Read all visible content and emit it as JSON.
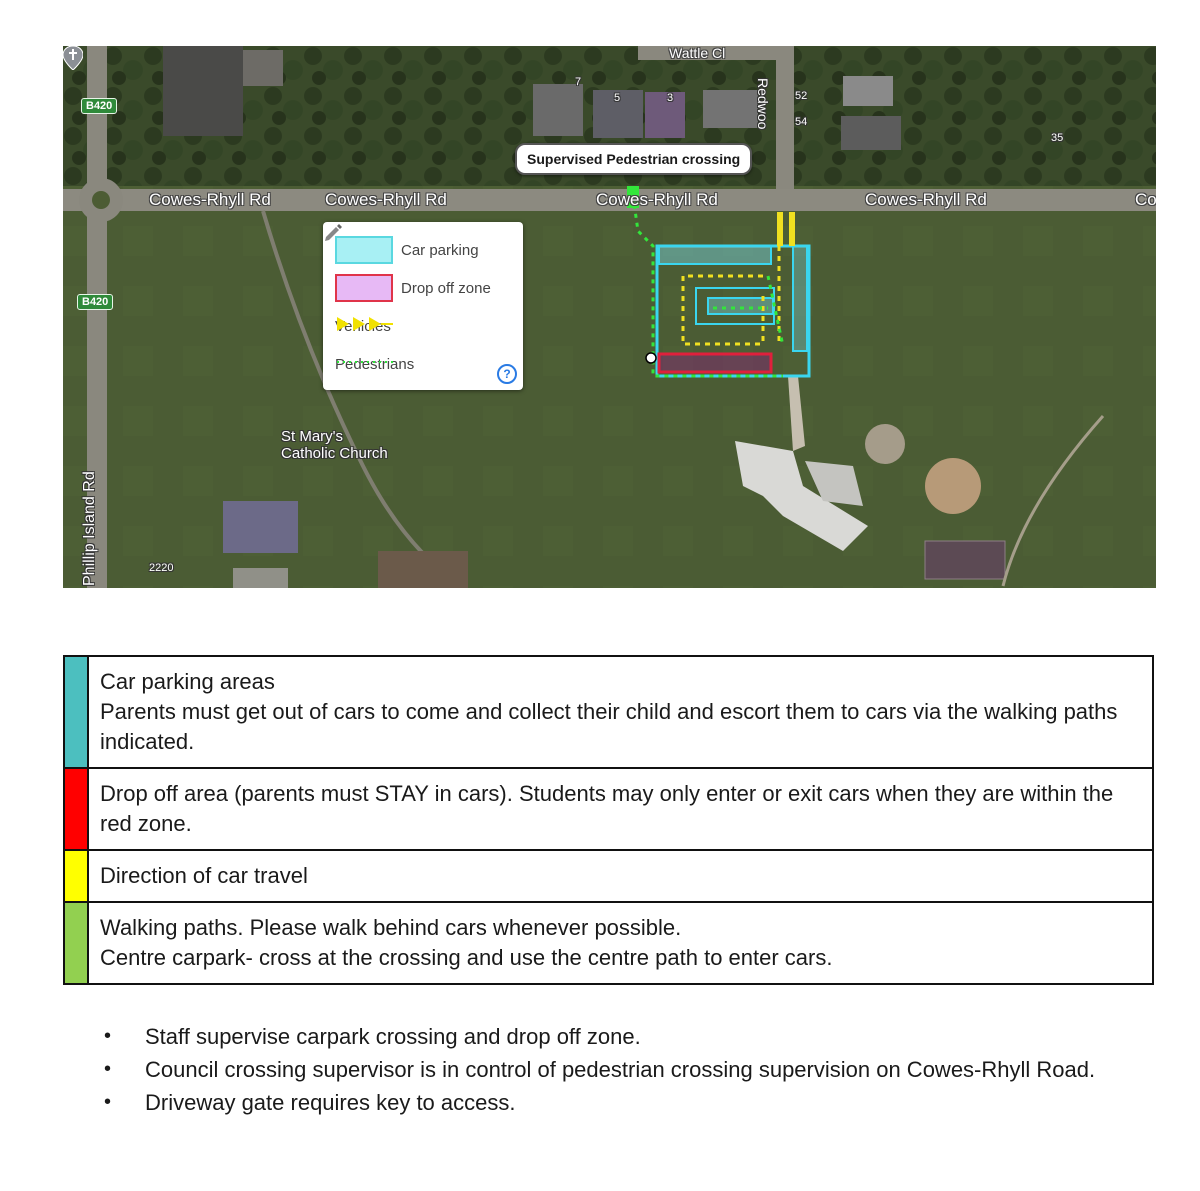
{
  "map": {
    "roads": {
      "cowes_rhyll": [
        "Cowes-Rhyll Rd",
        "Cowes-Rhyll Rd",
        "Cowes-Rhyll Rd",
        "Cowes-Rhyll Rd",
        "Co"
      ],
      "wattle": "Wattle Cl",
      "redwood": "Redwoo",
      "phillip_island": "Phillip Island Rd",
      "b420_a": "B420",
      "b420_b": "B420"
    },
    "numbers": [
      "7",
      "5",
      "3",
      "52",
      "54",
      "35",
      "2220"
    ],
    "callout": "Supervised Pedestrian crossing",
    "church": [
      "St Mary's",
      "Catholic Church"
    ],
    "legend": {
      "items": [
        {
          "label": "Car parking",
          "color": "#a8f0f4",
          "border": "#5ad8e0"
        },
        {
          "label": "Drop off zone",
          "color": "#e7b9f5",
          "border": "#e0344a"
        },
        {
          "label": "Vehicles",
          "color": "#f1e100"
        },
        {
          "label": "Pedestrians",
          "color": "#2ee33a"
        }
      ],
      "help": "?"
    },
    "colors": {
      "parking": "#3ad6ef",
      "dropoff": "#e0203c",
      "vehicles": "#f0e020",
      "pedestrians": "#33e63b"
    }
  },
  "key_table": {
    "rows": [
      {
        "color": "#4cbfbf",
        "lines": [
          "Car parking areas",
          "Parents must get out of cars to come and collect their child and escort them to cars via the walking paths indicated."
        ]
      },
      {
        "color": "#ff0000",
        "lines": [
          "Drop off area (parents must STAY in cars). Students may only enter or exit cars when they are within the red zone."
        ]
      },
      {
        "color": "#ffff00",
        "lines": [
          "Direction of car travel"
        ]
      },
      {
        "color": "#92d050",
        "lines": [
          "Walking paths. Please walk behind cars whenever possible.",
          "Centre carpark- cross at the crossing and use the centre path to enter cars."
        ]
      }
    ]
  },
  "notes": {
    "bullet": "•",
    "items": [
      "Staff supervise carpark crossing and drop off zone.",
      "Council crossing supervisor is in control of pedestrian crossing supervision on Cowes-Rhyll Road.",
      "Driveway gate requires key to access."
    ]
  }
}
